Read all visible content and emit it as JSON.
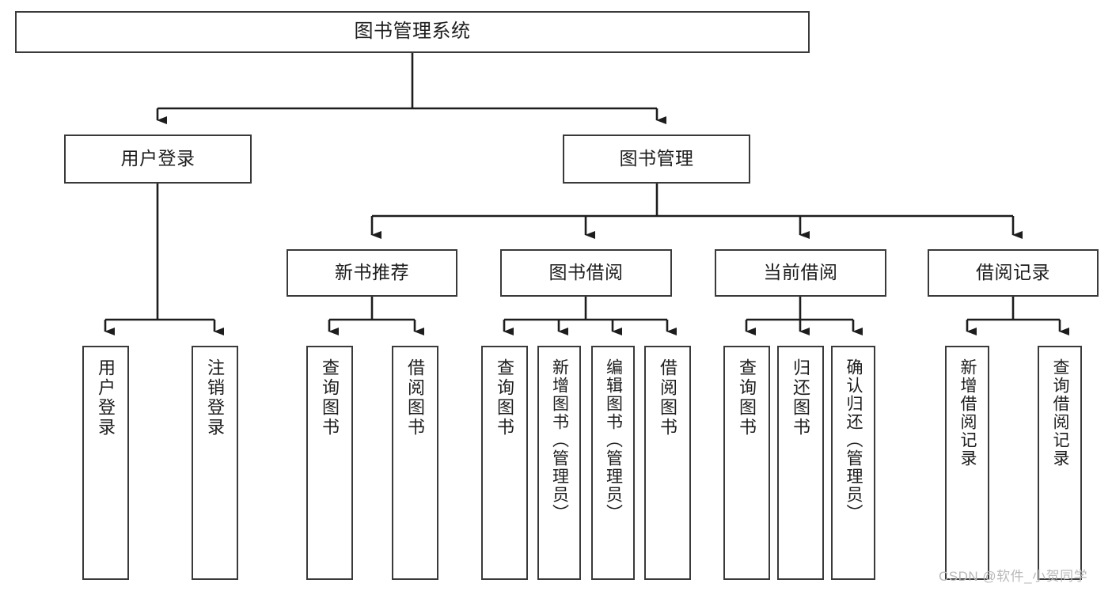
{
  "diagram": {
    "type": "tree-hierarchy",
    "title": "图书管理系统",
    "orientation": "top-down",
    "colors": {
      "box_border": "#3a3a3a",
      "box_fill": "#ffffff",
      "edge": "#1d1d1d",
      "text": "#1d1d1d",
      "watermark": "#b9b9b9",
      "background": "#ffffff"
    },
    "levels": {
      "root": {
        "label": "图书管理系统"
      },
      "level2": [
        {
          "label": "用户登录"
        },
        {
          "label": "图书管理"
        }
      ],
      "level3": [
        {
          "label": "新书推荐"
        },
        {
          "label": "图书借阅"
        },
        {
          "label": "当前借阅"
        },
        {
          "label": "借阅记录"
        }
      ],
      "leaves": [
        {
          "label": "用户登录",
          "parent": "用户登录"
        },
        {
          "label": "注销登录",
          "parent": "用户登录"
        },
        {
          "label": "查询图书",
          "parent": "新书推荐"
        },
        {
          "label": "借阅图书",
          "parent": "新书推荐"
        },
        {
          "label": "查询图书",
          "parent": "图书借阅"
        },
        {
          "label": "新增图书（管理员）",
          "parent": "图书借阅"
        },
        {
          "label": "编辑图书（管理员）",
          "parent": "图书借阅"
        },
        {
          "label": "借阅图书",
          "parent": "图书借阅"
        },
        {
          "label": "查询图书",
          "parent": "当前借阅"
        },
        {
          "label": "归还图书",
          "parent": "当前借阅"
        },
        {
          "label": "确认归还（管理员）",
          "parent": "当前借阅"
        },
        {
          "label": "新增借阅记录",
          "parent": "借阅记录"
        },
        {
          "label": "查询借阅记录",
          "parent": "借阅记录"
        }
      ]
    },
    "watermark": "CSDN @软件_小贺同学"
  }
}
